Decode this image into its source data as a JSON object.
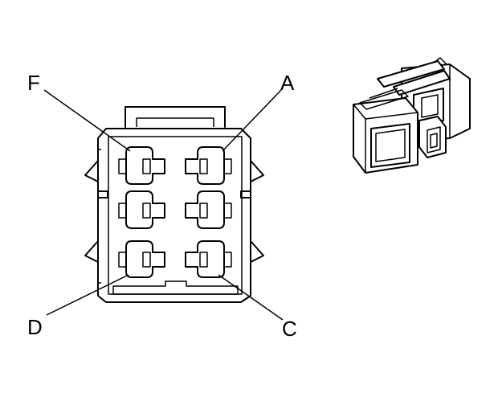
{
  "diagram": {
    "pin_labels": {
      "f": "F",
      "a": "A",
      "d": "D",
      "c": "C"
    }
  }
}
